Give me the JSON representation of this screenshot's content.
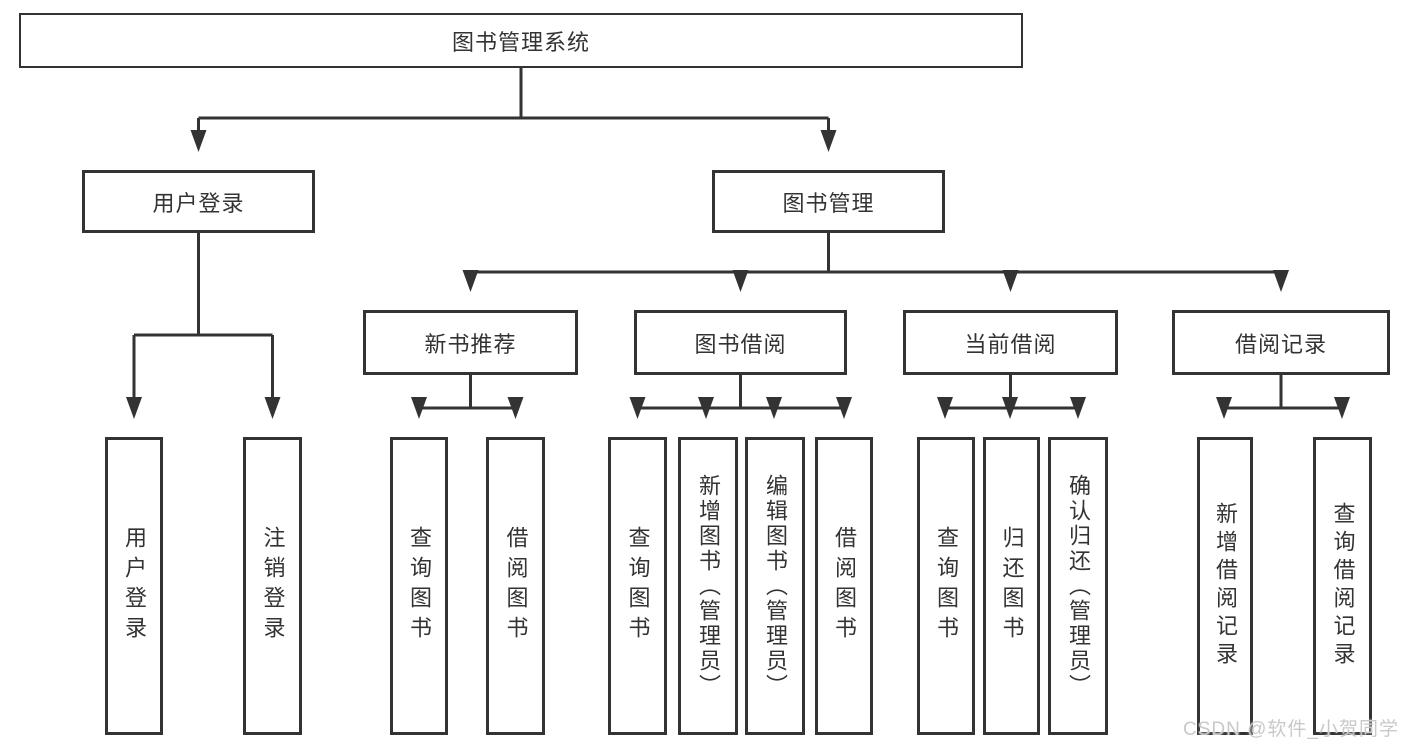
{
  "diagram_title": "图书管理系统",
  "watermark": "CSDN @软件_小贺同学",
  "colors": {
    "line": "#333333",
    "box_border": "#333333",
    "box_fill": "#ffffff",
    "text": "#333333",
    "watermark": "#c9c9c9",
    "background": "#ffffff"
  },
  "nodes": {
    "root": "图书管理系统",
    "user_login": "用户登录",
    "book_mgmt": "图书管理",
    "new_book_rec": "新书推荐",
    "book_borrow": "图书借阅",
    "current_borrow": "当前借阅",
    "borrow_record": "借阅记录",
    "leaf_user_login": "用户登录",
    "leaf_logout": "注销登录",
    "rec_query_book": "查询图书",
    "rec_borrow_book": "借阅图书",
    "bb_query_book": "查询图书",
    "bb_add_book": "新增图书（管理员）",
    "bb_edit_book": "编辑图书（管理员）",
    "bb_borrow_book": "借阅图书",
    "cb_query_book": "查询图书",
    "cb_return_book": "归还图书",
    "cb_confirm_return": "确认归还（管理员）",
    "br_add_record": "新增借阅记录",
    "br_query_record": "查询借阅记录"
  },
  "hierarchy_note": {
    "root_children": [
      "用户登录",
      "图书管理"
    ],
    "user_login_children": [
      "用户登录",
      "注销登录"
    ],
    "book_mgmt_children": [
      "新书推荐",
      "图书借阅",
      "当前借阅",
      "借阅记录"
    ],
    "new_book_rec_children": [
      "查询图书",
      "借阅图书"
    ],
    "book_borrow_children": [
      "查询图书",
      "新增图书（管理员）",
      "编辑图书（管理员）",
      "借阅图书"
    ],
    "current_borrow_children": [
      "查询图书",
      "归还图书",
      "确认归还（管理员）"
    ],
    "borrow_record_children": [
      "新增借阅记录",
      "查询借阅记录"
    ]
  }
}
